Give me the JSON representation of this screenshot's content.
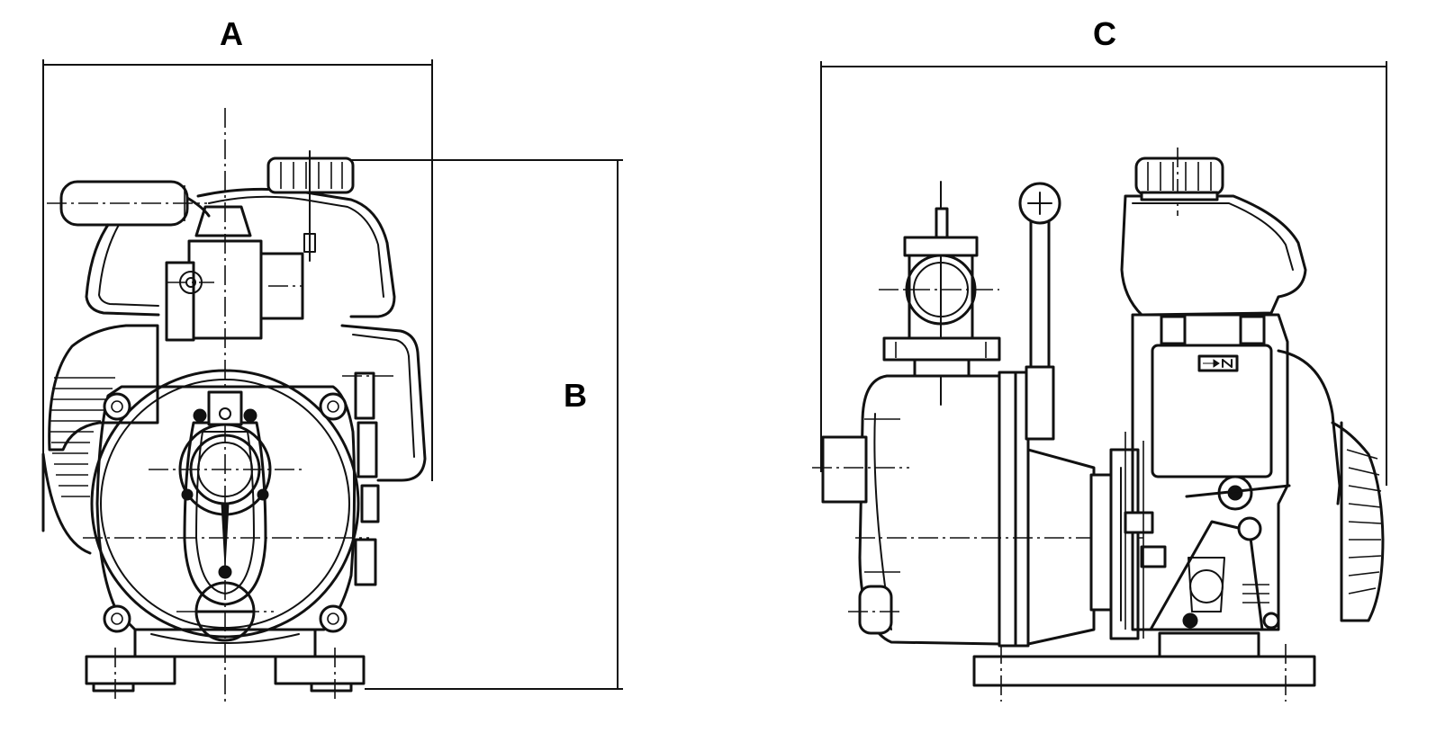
{
  "dimension_labels": {
    "width": "A",
    "height": "B",
    "length": "C"
  },
  "colors": {
    "line": "#111111",
    "background": "#ffffff"
  }
}
